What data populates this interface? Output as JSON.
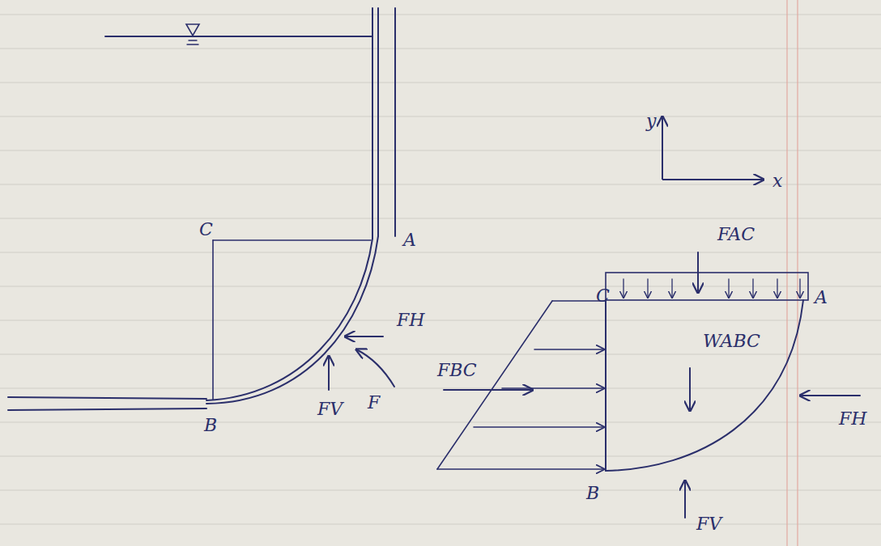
{
  "diagram": {
    "labels": [
      "C",
      "A",
      "FH",
      "FV",
      "F",
      "B",
      "y",
      "x",
      "FAC",
      "C",
      "A",
      "WABC",
      "FBC",
      "FH",
      "B",
      "FV"
    ]
  }
}
